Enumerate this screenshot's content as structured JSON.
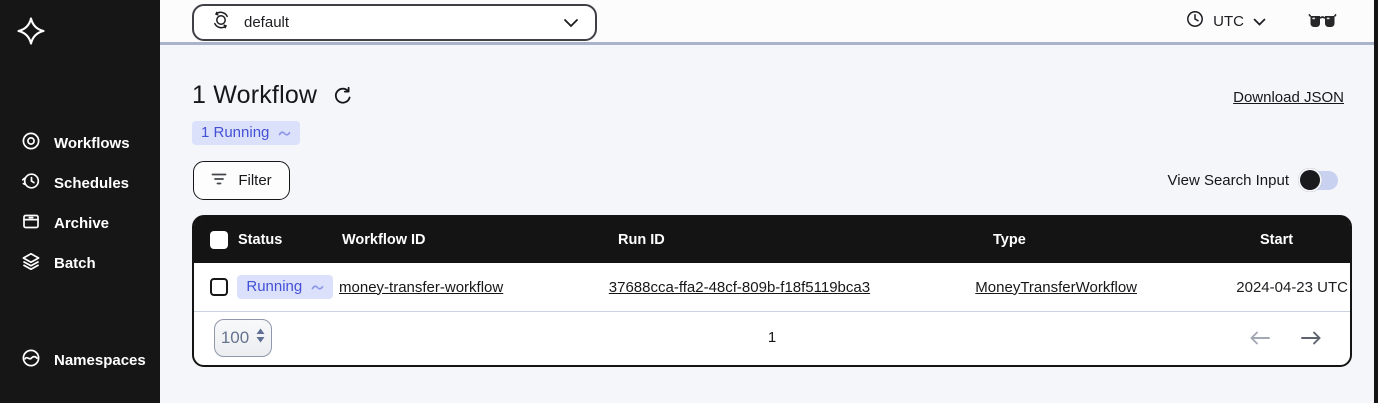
{
  "sidebar": {
    "items": [
      {
        "label": "Workflows",
        "icon": "workflows-icon"
      },
      {
        "label": "Schedules",
        "icon": "schedules-icon"
      },
      {
        "label": "Archive",
        "icon": "archive-icon"
      },
      {
        "label": "Batch",
        "icon": "batch-icon"
      }
    ],
    "bottom_item": {
      "label": "Namespaces",
      "icon": "namespaces-icon"
    }
  },
  "topbar": {
    "namespace_select": {
      "value": "default",
      "icon": "namespace-switcher-icon"
    },
    "timezone": {
      "label": "UTC",
      "icon": "clock-icon"
    },
    "labs_icon": "glasses-icon"
  },
  "main": {
    "heading": "1 Workflow",
    "running_count_badge": "1 Running",
    "download_link": "Download JSON",
    "filter_button": "Filter",
    "view_search_input_label": "View Search Input",
    "view_search_input_state": "off"
  },
  "table": {
    "columns": [
      "Status",
      "Workflow ID",
      "Run ID",
      "Type",
      "Start"
    ],
    "rows": [
      {
        "status": "Running",
        "workflow_id": "money-transfer-workflow",
        "run_id": "37688cca-ffa2-48cf-809b-f18f5119bca3",
        "type": "MoneyTransferWorkflow",
        "start": "2024-04-23 UTC"
      }
    ],
    "pagination": {
      "page_size": "100",
      "current_page": "1"
    }
  },
  "colors": {
    "sidebar_bg": "#161616",
    "table_header_bg": "#141414",
    "badge_bg": "#dbe1fa",
    "badge_text": "#4450d6",
    "topbar_divider": "#a9b3c9",
    "toggle_track": "#c8d2f0",
    "toggle_knob": "#1b1b1e",
    "page_bg": "#f5f6f9"
  }
}
